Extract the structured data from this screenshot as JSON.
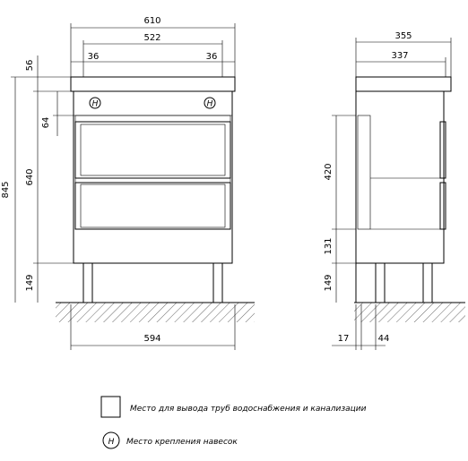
{
  "front_view": {
    "overall_width": "610",
    "inner_width": "522",
    "left_offset": "36",
    "right_offset": "36",
    "top_height": "56",
    "pipe_zone_height": "64",
    "cabinet_height": "640",
    "total_height": "845",
    "leg_height": "149",
    "base_width": "594"
  },
  "side_view": {
    "overall_depth": "355",
    "inner_depth": "337",
    "drawer_height": "420",
    "lower_height": "131",
    "leg_height": "149",
    "wall_gap": "17",
    "leg_offset": "44"
  },
  "legend": {
    "hatch_label": "Место для вывода труб водоснабжения и канализации",
    "mount_symbol": "H",
    "mount_label": "Место крепления навесок"
  },
  "colors": {
    "line": "#000000",
    "background": "#ffffff"
  }
}
